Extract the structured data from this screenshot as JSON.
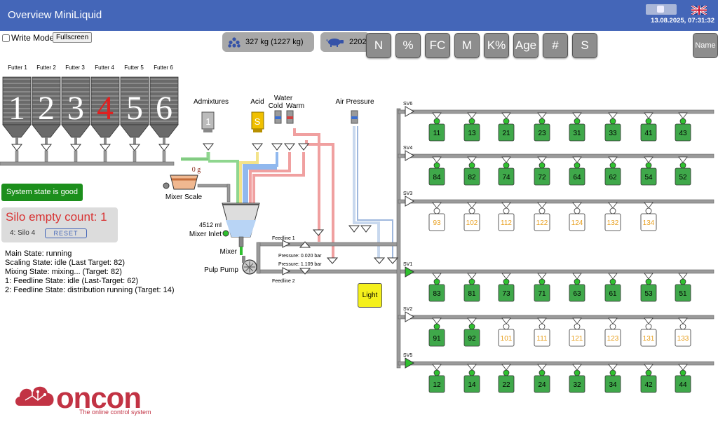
{
  "header": {
    "title": "Overview MiniLiquid",
    "datetime": "13.08.2025, 07:31:32"
  },
  "toolbar": {
    "write_mode_label": "Write Mode",
    "fullscreen_label": "Fullscreen",
    "feed_amount": "327 kg (1227 kg)",
    "animal_count": "2202",
    "buttons": [
      "N",
      "%",
      "FC",
      "M",
      "K%",
      "Age",
      "#",
      "S"
    ],
    "name_button": "Name"
  },
  "silos": {
    "labels": [
      "Futter 1",
      "Futter 2",
      "Futter 3",
      "Futter 4",
      "Futter 5",
      "Futter 6"
    ],
    "digits": [
      "1",
      "2",
      "3",
      "4",
      "5",
      "6"
    ],
    "highlighted": "4"
  },
  "process": {
    "admixtures_label": "Admixtures",
    "admixtures_digit": "1",
    "acid_label": "Acid",
    "acid_digit": "S",
    "water_label": "Water",
    "cold_label": "Cold",
    "warm_label": "Warm",
    "air_pressure_label": "Air Pressure",
    "scale_weight": "0 g",
    "mixer_scale_label": "Mixer Scale",
    "mixer_volume": "4512 ml",
    "mixer_inlet_label": "Mixer Inlet",
    "mixer_label": "Mixer",
    "pulp_pump_label": "Pulp Pump",
    "feedline1_label": "Feedline 1",
    "feedline2_label": "Feedline 2",
    "pressure1": "Pressure: 0.020 bar",
    "pressure2": "Pressure: 1.109 bar",
    "light_label": "Light"
  },
  "status": {
    "system_state": "System state is good",
    "silo_empty_title": "Silo empty count: 1",
    "silo_empty_item": "4: Silo 4",
    "reset_label": "RESET",
    "lines": [
      "Main State: running",
      "Scaling State: idle (Last Target: 82)",
      "Mixing State: mixing... (Target: 82)",
      "1: Feedline State: idle (Last-Target: 62)",
      "2: Feedline State: distribution running (Target: 14)"
    ]
  },
  "valves": {
    "rows": [
      {
        "label": "SV6",
        "active": false,
        "troughs": [
          {
            "id": "11",
            "state": "on"
          },
          {
            "id": "13",
            "state": "on"
          },
          {
            "id": "21",
            "state": "on"
          },
          {
            "id": "23",
            "state": "on"
          },
          {
            "id": "31",
            "state": "on"
          },
          {
            "id": "33",
            "state": "on"
          },
          {
            "id": "41",
            "state": "on"
          },
          {
            "id": "43",
            "state": "on"
          }
        ]
      },
      {
        "label": "SV4",
        "active": false,
        "troughs": [
          {
            "id": "84",
            "state": "on"
          },
          {
            "id": "82",
            "state": "on"
          },
          {
            "id": "74",
            "state": "on"
          },
          {
            "id": "72",
            "state": "on"
          },
          {
            "id": "64",
            "state": "on"
          },
          {
            "id": "62",
            "state": "on"
          },
          {
            "id": "54",
            "state": "on"
          },
          {
            "id": "52",
            "state": "on"
          }
        ]
      },
      {
        "label": "SV3",
        "active": false,
        "troughs": [
          {
            "id": "93",
            "state": "off"
          },
          {
            "id": "102",
            "state": "off"
          },
          {
            "id": "112",
            "state": "off"
          },
          {
            "id": "122",
            "state": "off"
          },
          {
            "id": "124",
            "state": "off"
          },
          {
            "id": "132",
            "state": "off"
          },
          {
            "id": "134",
            "state": "off"
          }
        ]
      },
      {
        "label": "SV1",
        "active": true,
        "troughs": [
          {
            "id": "83",
            "state": "on"
          },
          {
            "id": "81",
            "state": "on"
          },
          {
            "id": "73",
            "state": "on"
          },
          {
            "id": "71",
            "state": "on"
          },
          {
            "id": "63",
            "state": "on"
          },
          {
            "id": "61",
            "state": "on"
          },
          {
            "id": "53",
            "state": "on"
          },
          {
            "id": "51",
            "state": "on"
          }
        ]
      },
      {
        "label": "SV2",
        "active": false,
        "troughs": [
          {
            "id": "91",
            "state": "on"
          },
          {
            "id": "92",
            "state": "on"
          },
          {
            "id": "101",
            "state": "off"
          },
          {
            "id": "111",
            "state": "off"
          },
          {
            "id": "121",
            "state": "off"
          },
          {
            "id": "123",
            "state": "off"
          },
          {
            "id": "131",
            "state": "off"
          },
          {
            "id": "133",
            "state": "off"
          }
        ]
      },
      {
        "label": "SV5",
        "active": true,
        "troughs": [
          {
            "id": "12",
            "state": "on"
          },
          {
            "id": "14",
            "state": "on"
          },
          {
            "id": "22",
            "state": "on"
          },
          {
            "id": "24",
            "state": "on"
          },
          {
            "id": "32",
            "state": "on"
          },
          {
            "id": "34",
            "state": "on"
          },
          {
            "id": "42",
            "state": "on"
          },
          {
            "id": "44",
            "state": "on"
          }
        ]
      }
    ]
  },
  "logo": {
    "word": "oncon",
    "tagline": "The online control system"
  },
  "colors": {
    "header": "#4466b8",
    "trough_on": "#3fa84a",
    "trough_off_text": "#e8a020",
    "alert_red": "#d83232",
    "valve_active": "#2fc02f"
  }
}
